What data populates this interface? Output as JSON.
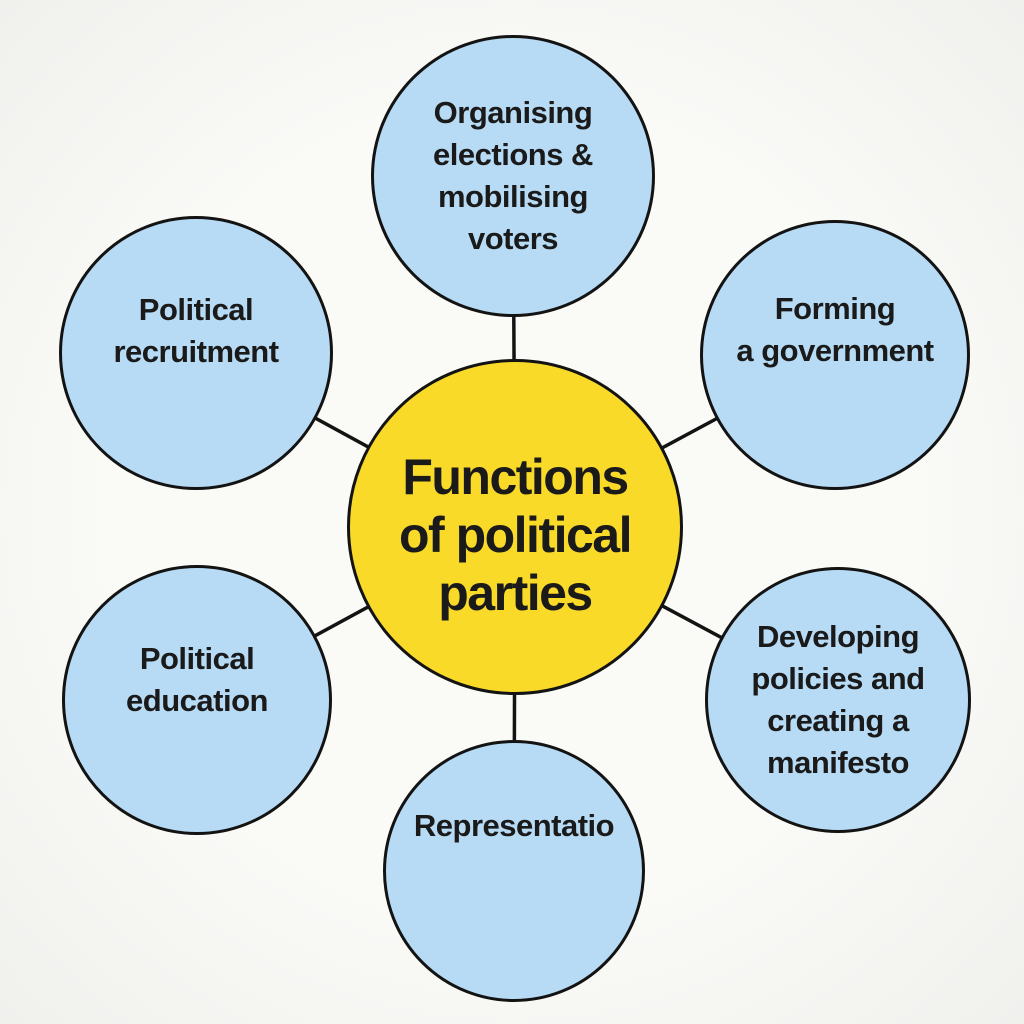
{
  "diagram": {
    "title": "Functions of political parties",
    "colors": {
      "background": "#FAFAF7",
      "background_edge": "#F0F0ED",
      "node_fill": "#B7DBF4",
      "center_fill": "#FADA29",
      "stroke": "#131313",
      "text": "#1A1A1A"
    },
    "center": {
      "label": "Functions of political parties",
      "lines": [
        "Functions",
        "of political",
        "parties"
      ]
    },
    "nodes": [
      {
        "id": "organising-elections",
        "label": "Organising elections & mobilising voters",
        "lines": [
          "Organising",
          "elections &",
          "mobilising",
          "voters"
        ]
      },
      {
        "id": "forming-government",
        "label": "Forming a government",
        "lines": [
          "Forming",
          "a government"
        ]
      },
      {
        "id": "developing-policies",
        "label": "Developing policies and creating a manifesto",
        "lines": [
          "Developing",
          "policies and",
          "creating a",
          "manifesto"
        ]
      },
      {
        "id": "representation",
        "label": "Representatio",
        "lines": [
          "Representatio"
        ]
      },
      {
        "id": "political-education",
        "label": "Political education",
        "lines": [
          "Political",
          "education"
        ]
      },
      {
        "id": "political-recruitment",
        "label": "Political recruitment",
        "lines": [
          "Political",
          "recruitment"
        ]
      }
    ]
  }
}
